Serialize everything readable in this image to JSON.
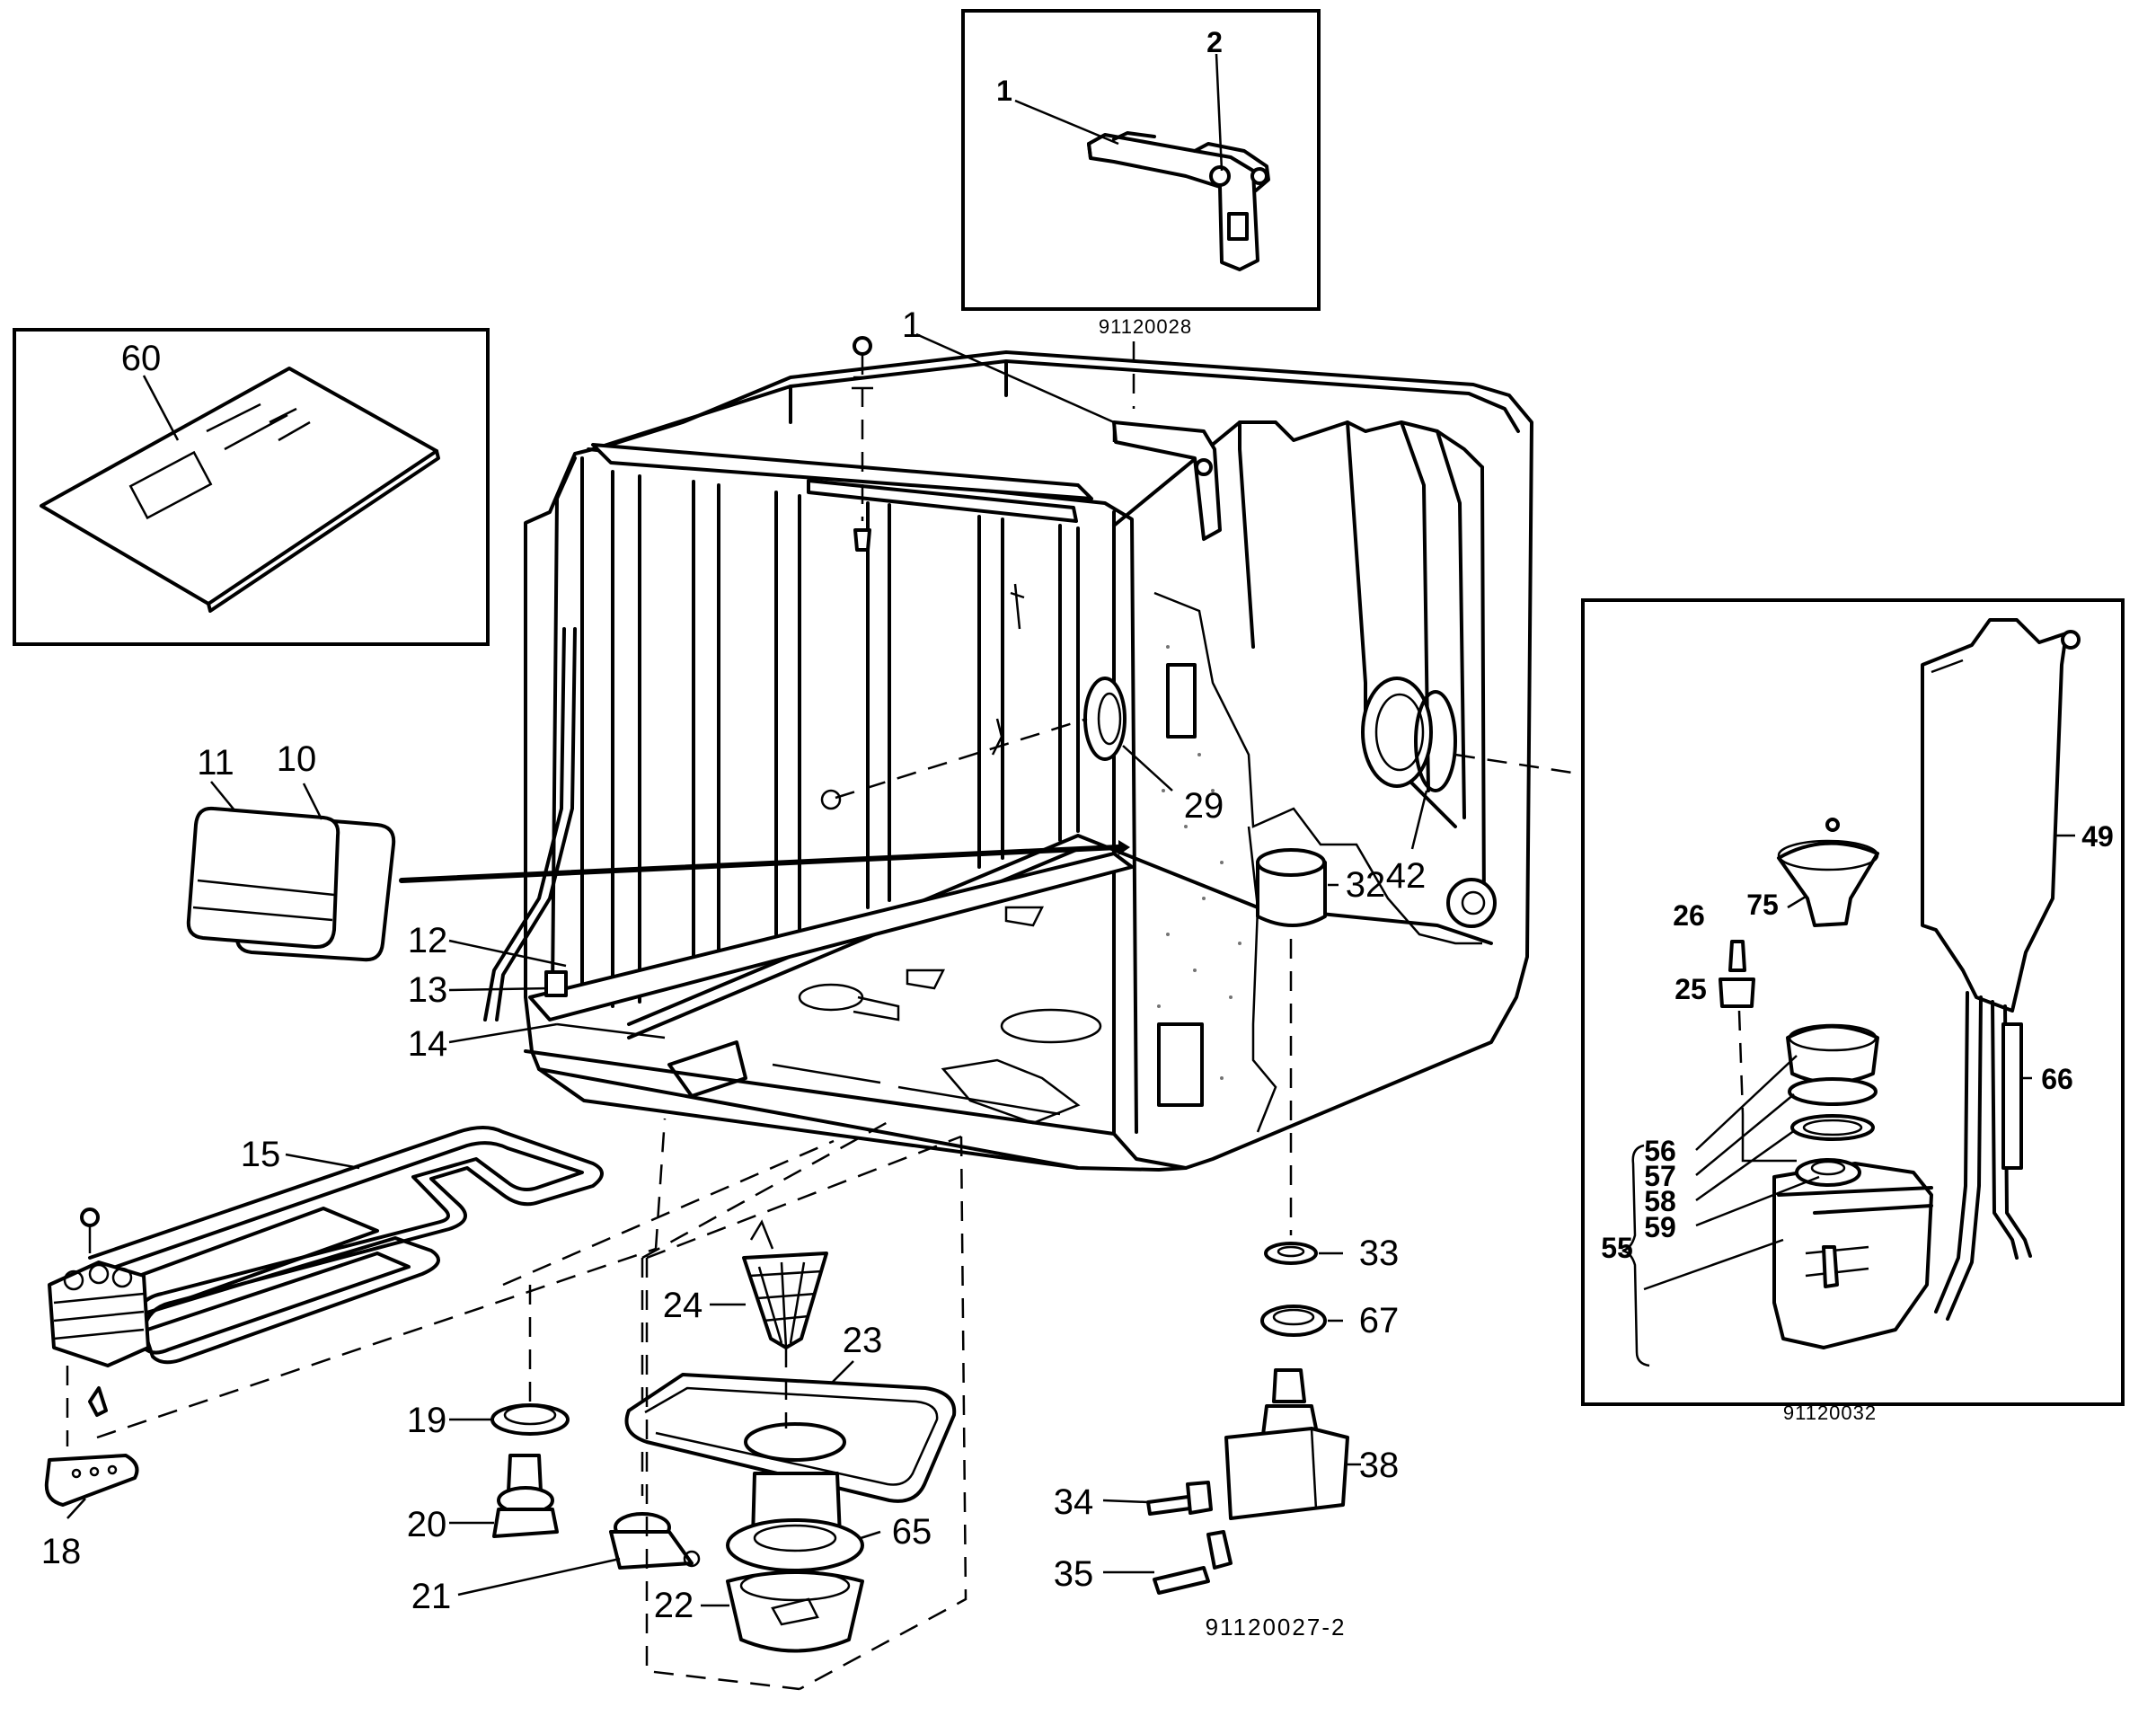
{
  "figure_codes": {
    "inset_top": "91120028",
    "inset_right": "91120032",
    "main": "91120027-2"
  },
  "inset_top_labels": {
    "p1": "1",
    "p2": "2"
  },
  "inset_right_labels": {
    "p26": "26",
    "p25": "25",
    "p75": "75",
    "p49": "49",
    "p66": "66",
    "p56": "56",
    "p57": "57",
    "p58": "58",
    "p59": "59",
    "p55": "55"
  },
  "main_labels": {
    "p1": "1",
    "p60": "60",
    "p11": "11",
    "p10": "10",
    "p12": "12",
    "p13": "13",
    "p14": "14",
    "p15": "15",
    "p18": "18",
    "p19": "19",
    "p20": "20",
    "p21": "21",
    "p22": "22",
    "p23": "23",
    "p24": "24",
    "p65": "65",
    "p29": "29",
    "p42": "42",
    "p32": "32",
    "p33": "33",
    "p67": "67",
    "p38": "38",
    "p34": "34",
    "p35": "35"
  },
  "colors": {
    "ink": "#000000",
    "paper": "#ffffff"
  }
}
